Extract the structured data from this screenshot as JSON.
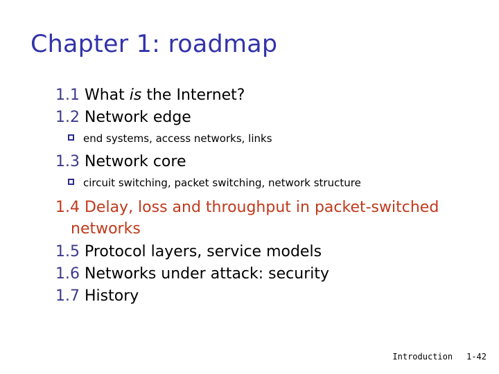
{
  "slide": {
    "title": "Chapter 1: roadmap",
    "title_color": "#3333aa",
    "background_color": "#ffffff",
    "number_color": "#3b3b8c",
    "accent_color": "#c0391b",
    "body_color": "#000000",
    "bullet_icon": "hollow-square-bullet"
  },
  "outline": {
    "item_1_1": {
      "num": "1.1 ",
      "text_before": "What ",
      "text_italic": "is",
      "text_after": " the Internet?"
    },
    "item_1_2": {
      "num": "1.2 ",
      "text": "Network edge"
    },
    "sub_1_2": {
      "text": "end systems, access networks, links"
    },
    "item_1_3": {
      "num": "1.3 ",
      "text": "Network core"
    },
    "sub_1_3": {
      "text": "circuit switching, packet switching, network structure"
    },
    "item_1_4": {
      "num": "1.4 ",
      "text": "Delay, loss and throughput in packet-switched networks"
    },
    "item_1_5": {
      "num": "1.5 ",
      "text": "Protocol layers, service models"
    },
    "item_1_6": {
      "num": "1.6 ",
      "text": "Networks under attack: security"
    },
    "item_1_7": {
      "num": "1.7 ",
      "text": "History"
    }
  },
  "footer": {
    "source": "Introduction",
    "page": "1-42"
  }
}
